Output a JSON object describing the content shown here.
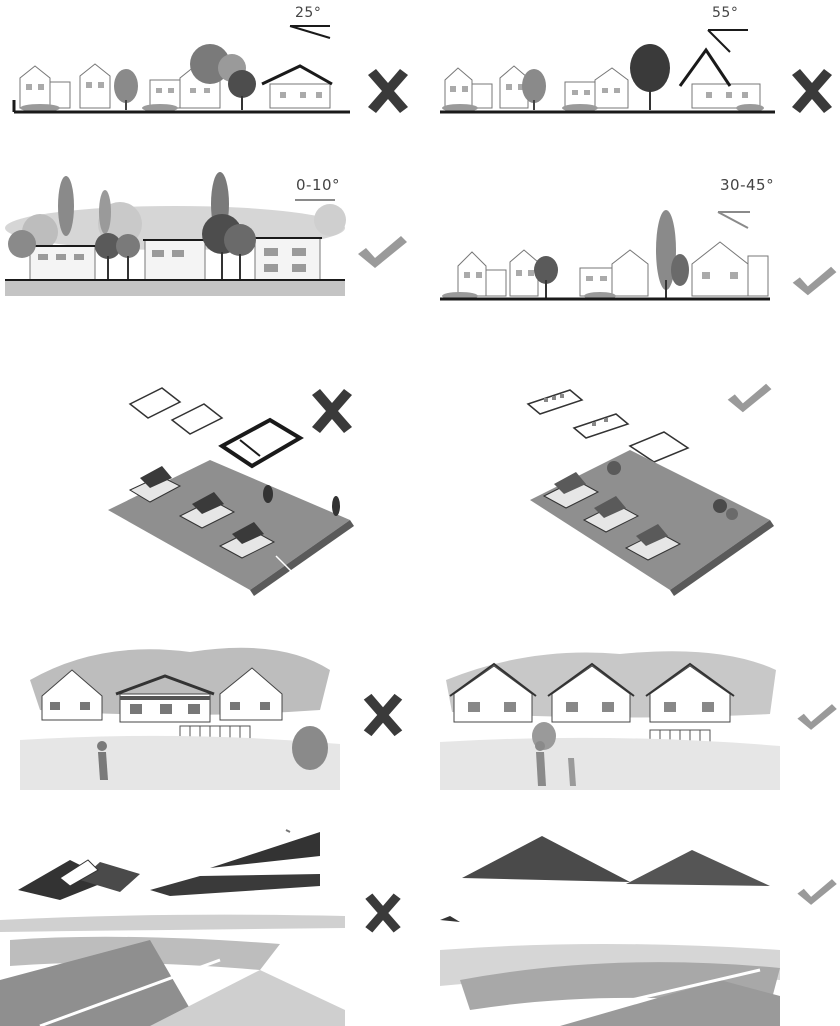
{
  "labels": {
    "angle_25": "25°",
    "angle_55": "55°",
    "angle_0_10": "0-10°",
    "angle_30_45": "30-45°"
  },
  "rows": [
    {
      "left": "wrong",
      "right": "wrong"
    },
    {
      "left": "right",
      "right": "right"
    },
    {
      "left": "wrong",
      "right": "right"
    },
    {
      "left": "wrong",
      "right": "right"
    },
    {
      "left": "wrong",
      "right": "right"
    }
  ],
  "icons": [
    "cross-icon",
    "check-icon"
  ],
  "colors": {
    "ink": "#1a1a1a",
    "dark": "#555555",
    "mid": "#8a8a8a",
    "light": "#bdbdbd",
    "pale": "#dedede",
    "mark": "#3a3a3a",
    "check": "#9a9a9a"
  }
}
